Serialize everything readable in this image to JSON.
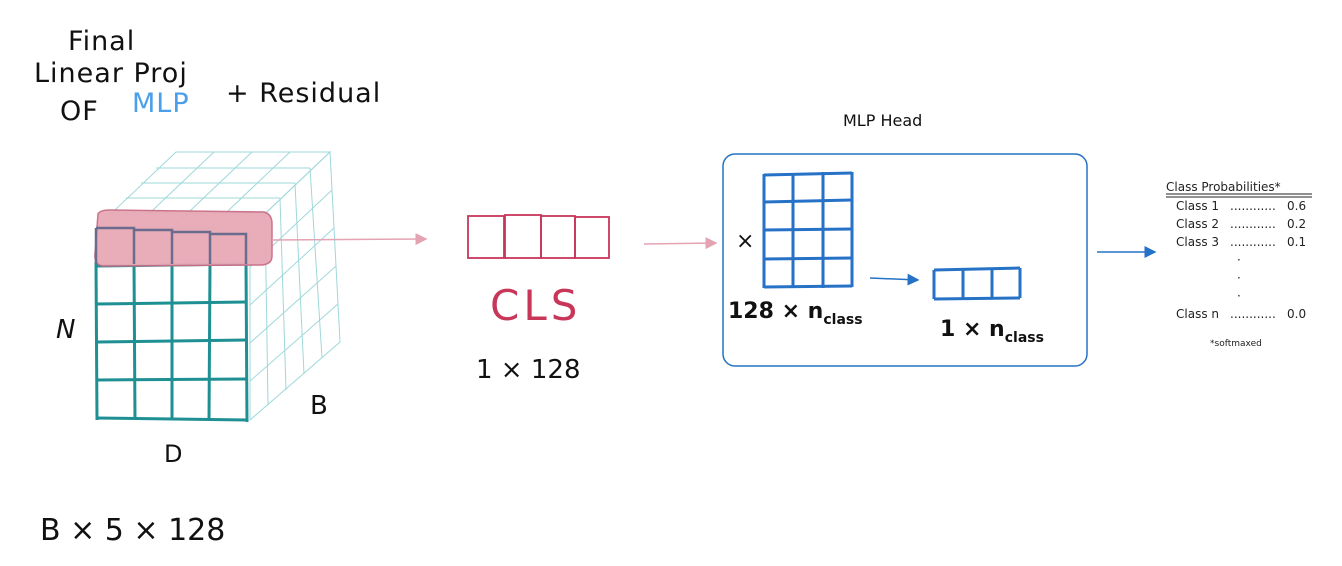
{
  "title": {
    "line1": "Final",
    "line2": "Linear Proj",
    "line3_prefix": "OF",
    "line3_accent": "MLP",
    "suffix": "+ Residual"
  },
  "tensor": {
    "label_n": "N",
    "label_d": "D",
    "label_b": "B",
    "shape": "B × 5 × 128"
  },
  "cls": {
    "label": "CLS",
    "shape": "1 × 128"
  },
  "mlp_head": {
    "title": "MLP Head",
    "multiply": "×",
    "weight_shape": "128 × n",
    "weight_sub": "class",
    "output_shape": "1 × n",
    "output_sub": "class"
  },
  "probabilities": {
    "header": "Class Probabilities*",
    "rows": [
      {
        "label": "Class 1",
        "dots": "............",
        "value": "0.6"
      },
      {
        "label": "Class 2",
        "dots": "............",
        "value": "0.2"
      },
      {
        "label": "Class 3",
        "dots": "............",
        "value": "0.1"
      },
      {
        "label": "Class n",
        "dots": "............",
        "value": "0.0"
      }
    ],
    "ellipsis": "·",
    "footnote": "*softmaxed"
  },
  "colors": {
    "teal": "#1e8f93",
    "teal_light": "#8fd3d6",
    "pink_fill": "#e8a9b6",
    "pink_stroke": "#c86d86",
    "cls_red": "#c8365a",
    "blue": "#2672c6",
    "accent_blue": "#4a9fe8"
  }
}
